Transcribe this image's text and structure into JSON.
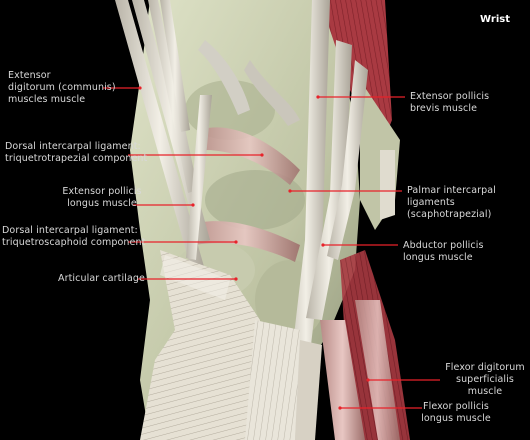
{
  "title": "Wrist",
  "labels": {
    "extensor_digitorum": "Extensor\ndigitorum (communis)\nmuscles muscle",
    "dorsal_triquetrotrapezial": "Dorsal intercarpal ligament:\ntriquetrotrapezial component",
    "extensor_pollicis_longus": "Extensor pollicis\nlongus muscle",
    "dorsal_triquetroscaphoid": "Dorsal intercarpal ligament:\ntriquetroscaphoid component",
    "articular_cartilage": "Articular cartilage",
    "extensor_pollicis_brevis": "Extensor pollicis\nbrevis muscle",
    "palmar_intercarpal": "Palmar intercarpal\nligaments (scaphotrapezial)",
    "abductor_pollicis_longus": "Abductor pollicis\nlongus muscle",
    "flexor_digitorum_superficialis": "Flexor digitorum\nsuperficialis muscle",
    "flexor_pollicis_longus": "Flexor pollicis\nlongus muscle"
  },
  "colors": {
    "background": "#000000",
    "bone": "#c9cdb0",
    "tendon": "#e7e4da",
    "muscle": "#a8363e",
    "leader_line": "#e8222a",
    "label_text": "#d9d9d9"
  }
}
